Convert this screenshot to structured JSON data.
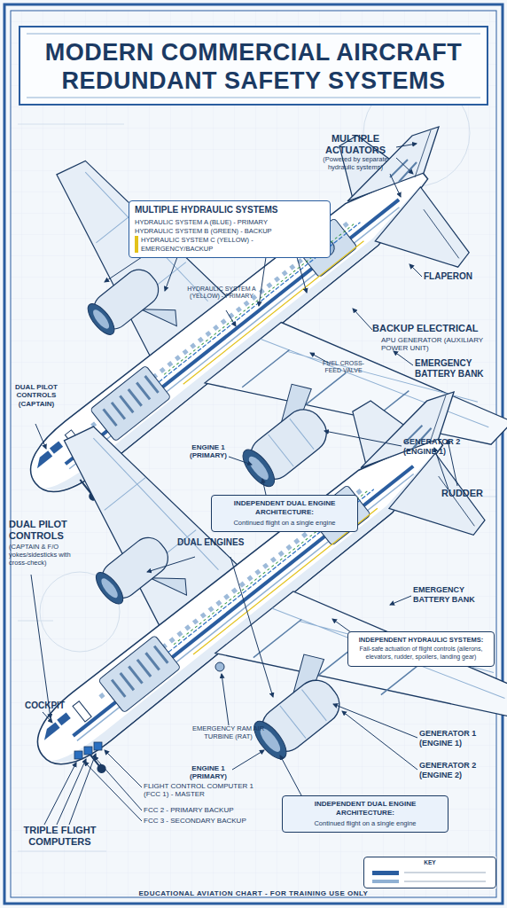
{
  "diagram": {
    "title": "MODERN COMMERCIAL AIRCRAFT REDUNDANT SAFETY SYSTEMS",
    "caption": "EDUCATIONAL AVIATION CHART - FOR TRAINING USE ONLY",
    "nodes": [
      {
        "text": [
          "MULTIPLE HYDRAULIC SYSTEMS",
          "HYDRAULIC SYSTEM A (BLUE) - PRIMARY",
          "HYDRAULIC SYSTEM B (GREEN) - BACKUP",
          "HYDRAULIC SYSTEM C (YELLOW) - EMERGENCY/BACKUP"
        ]
      },
      {
        "text": [
          "INDEPENDENT DUAL ENGINE ARCHITECTURE:",
          "Continued flight on a single engine"
        ]
      },
      {
        "text": [
          "INDEPENDENT HYDRAULIC SYSTEMS:",
          "Fail-safe actuation of flight controls (ailerons, elevators, rudder, spoilers, landing gear)"
        ]
      },
      {
        "text": [
          "INDEPENDENT DUAL ENGINE ARCHITECTURE:",
          "Continued flight on a single engine"
        ]
      },
      {
        "text": [
          "KEY"
        ]
      }
    ],
    "labels": [
      "MULTIPLE ACTUATORS",
      "(Powered by separate hydraulic systems)",
      "HYDRAULIC SYSTEM A (YELLOW) - PRIMARY",
      "FLAPERON",
      "BACKUP ELECTRICAL",
      "APU GENERATOR (AUXILIARY POWER UNIT)",
      "FUEL CROSS-FEED VALVE",
      "EMERGENCY BATTERY BANK",
      "DUAL PILOT CONTROLS (CAPTAIN)",
      "ENGINE 1 (PRIMARY)",
      "GENERATOR 2 (ENGINE 1)",
      "RUDDER",
      "DUAL PILOT CONTROLS",
      "(CAPTAIN & F/O yokes/sidesticks with cross-check)",
      "DUAL ENGINES",
      "EMERGENCY BATTERY BANK",
      "COCKPIT",
      "EMERGENCY RAM AIR TURBINE (RAT)",
      "ENGINE 1 (PRIMARY)",
      "GENERATOR 1 (ENGINE 1)",
      "GENERATOR 2 (ENGINE 2)",
      "FLIGHT CONTROL COMPUTER 1 (FCC 1) - MASTER",
      "FCC 2 - PRIMARY BACKUP",
      "FCC 3 - SECONDARY BACKUP",
      "TRIPLE FLIGHT COMPUTERS"
    ]
  }
}
